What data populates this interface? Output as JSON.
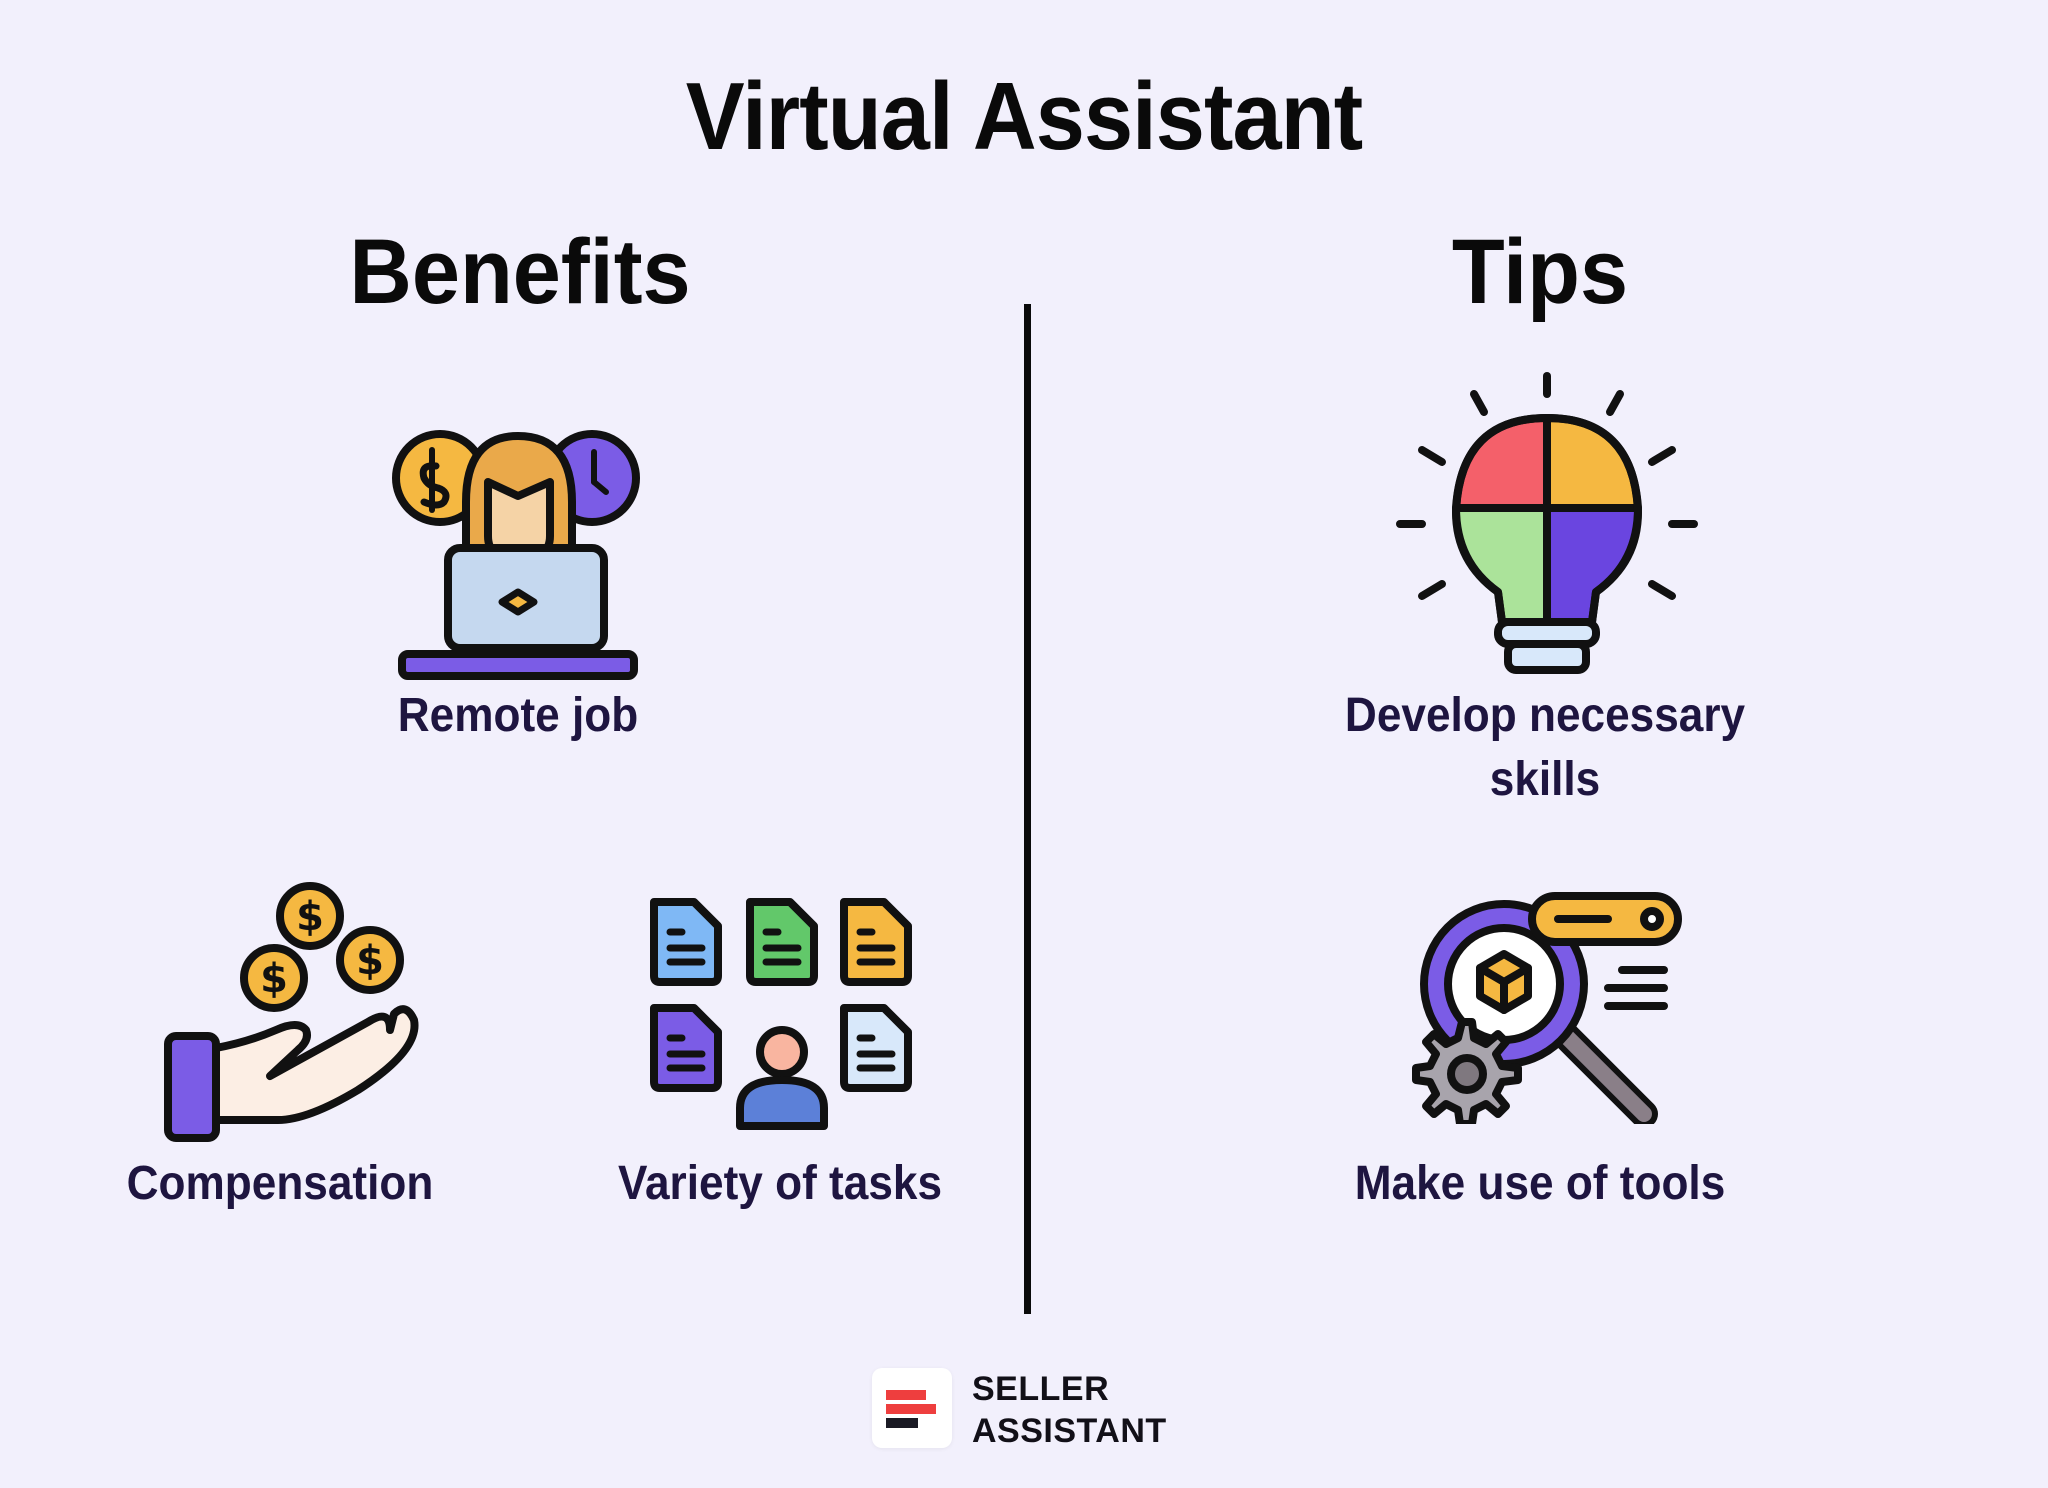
{
  "title": "Virtual Assistant",
  "columns": {
    "benefits": {
      "heading": "Benefits",
      "items": [
        {
          "label": "Remote job",
          "icon": "remote-worker-laptop-icon"
        },
        {
          "label": "Compensation",
          "icon": "hand-coins-icon"
        },
        {
          "label": "Variety of tasks",
          "icon": "documents-person-icon"
        }
      ]
    },
    "tips": {
      "heading": "Tips",
      "items": [
        {
          "label_line1": "Develop necessary",
          "label_line2": "skills",
          "icon": "puzzle-lightbulb-icon"
        },
        {
          "label": "Make use of tools",
          "icon": "magnifier-gear-tools-icon"
        }
      ]
    }
  },
  "footer": {
    "logo_line1": "SELLER",
    "logo_line2": "ASSISTANT"
  },
  "colors": {
    "background": "#F2F0FC",
    "heading": "#0A0A0A",
    "label": "#1E1540",
    "purple": "#7B5CE6",
    "yellow": "#F5B841",
    "red": "#F4606A",
    "green": "#ABE39A",
    "blue": "#6B8FE0",
    "logo_red": "#EE3E3E"
  }
}
